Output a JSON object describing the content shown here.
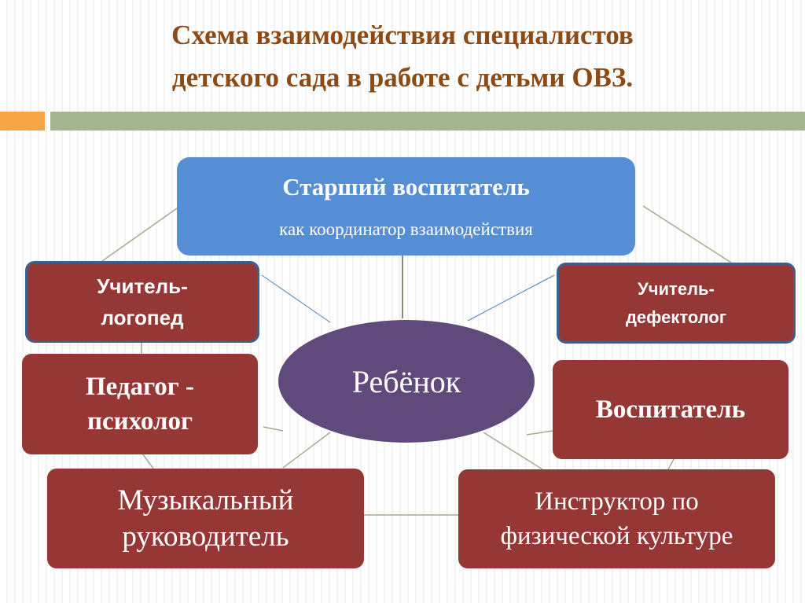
{
  "title": {
    "line1": "Схема взаимодействия специалистов",
    "line2": "детского сада в работе с детьми ОВЗ."
  },
  "colors": {
    "title": "#8b4a16",
    "orange_bar": "#f4a646",
    "green_bar": "#a5b592",
    "coordinator": "#558ed5",
    "specialist": "#953735",
    "child": "#604a7b"
  },
  "coordinator": {
    "title": "Старший воспитатель",
    "subtitle": "как координатор взаимодействия"
  },
  "center": "Ребёнок",
  "specialists": {
    "speech_therapist": [
      "Учитель-",
      "логопед"
    ],
    "defectologist": [
      "Учитель-",
      "дефектолог"
    ],
    "psychologist": [
      "Педагог -",
      "психолог"
    ],
    "educator": [
      "Воспитатель"
    ],
    "music_director": [
      "Музыкальный",
      "руководитель"
    ],
    "pe_instructor": [
      "Инструктор по",
      "физической культуре"
    ]
  }
}
